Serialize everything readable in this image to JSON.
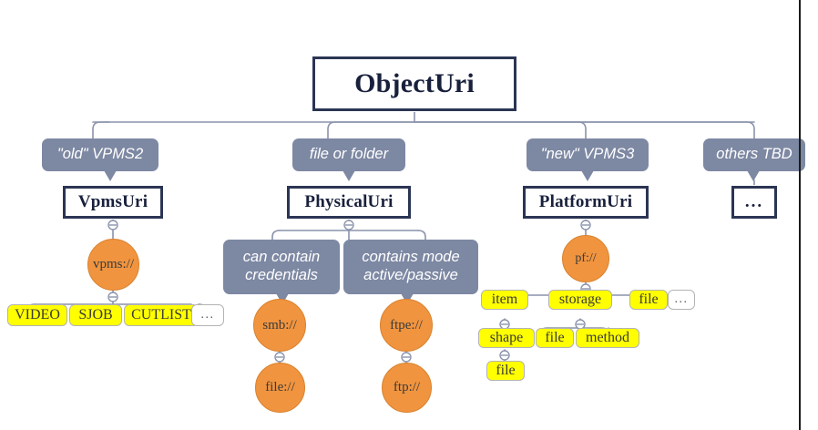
{
  "diagram": {
    "title": "ObjectUri",
    "colors": {
      "class_border": "#2b3553",
      "callout_fill": "#7d88a3",
      "ellipse_fill": "#f0943f",
      "leaf_fill": "#ffff00",
      "connector": "#8a93ab",
      "page_border": "#1c1c1c"
    },
    "root": {
      "label": "ObjectUri"
    },
    "callouts": [
      {
        "id": "note-vpms",
        "label": "\"old\" VPMS2"
      },
      {
        "id": "note-physical",
        "label": "file or folder"
      },
      {
        "id": "note-platform",
        "label": "\"new\" VPMS3"
      },
      {
        "id": "note-others",
        "label": "others TBD"
      },
      {
        "id": "note-credentials",
        "line1": "can contain",
        "line2": "credentials"
      },
      {
        "id": "note-mode",
        "line1": "contains mode",
        "line2": "active/passive"
      }
    ],
    "classes": [
      {
        "id": "class-vpmsuri",
        "label": "VpmsUri"
      },
      {
        "id": "class-physicaluri",
        "label": "PhysicalUri"
      },
      {
        "id": "class-platformuri",
        "label": "PlatformUri"
      },
      {
        "id": "class-others",
        "label": "..."
      }
    ],
    "schemes": [
      {
        "id": "scheme-vpms",
        "label": "vpms://"
      },
      {
        "id": "scheme-smb",
        "label": "smb://"
      },
      {
        "id": "scheme-file",
        "label": "file://"
      },
      {
        "id": "scheme-ftpe",
        "label": "ftpe://"
      },
      {
        "id": "scheme-ftp",
        "label": "ftp://"
      },
      {
        "id": "scheme-pf",
        "label": "pf://"
      }
    ],
    "vpms_leaves": [
      {
        "id": "leaf-video",
        "label": "VIDEO",
        "muted": false
      },
      {
        "id": "leaf-sjob",
        "label": "SJOB",
        "muted": false
      },
      {
        "id": "leaf-cutlist",
        "label": "CUTLIST",
        "muted": false
      },
      {
        "id": "leaf-vpms-more",
        "label": "...",
        "muted": true
      }
    ],
    "platform_leaves": [
      {
        "id": "leaf-item",
        "label": "item",
        "muted": false
      },
      {
        "id": "leaf-storage",
        "label": "storage",
        "muted": false
      },
      {
        "id": "leaf-file-1",
        "label": "file",
        "muted": false
      },
      {
        "id": "leaf-pf-more",
        "label": "...",
        "muted": true
      },
      {
        "id": "leaf-shape",
        "label": "shape",
        "muted": false
      },
      {
        "id": "leaf-file-2",
        "label": "file",
        "muted": false
      },
      {
        "id": "leaf-method",
        "label": "method",
        "muted": false
      },
      {
        "id": "leaf-file-3",
        "label": "file",
        "muted": false
      }
    ]
  }
}
